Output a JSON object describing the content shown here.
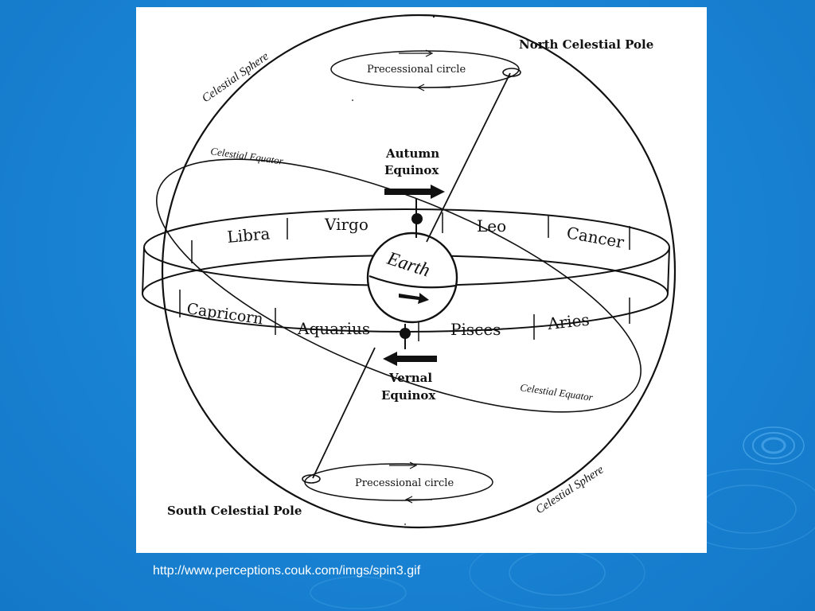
{
  "colors": {
    "background": "#1a86d6",
    "panel": "#ffffff",
    "ink": "#111111",
    "caption": "#ffffff"
  },
  "diagram": {
    "north_pole": "North Celestial Pole",
    "south_pole": "South Celestial Pole",
    "precessional_circle_top": "Precessional circle",
    "precessional_circle_bottom": "Precessional circle",
    "celestial_sphere_top": "Celestial Sphere",
    "celestial_sphere_bottom": "Celestial Sphere",
    "celestial_equator_top": "Celestial Equator",
    "celestial_equator_bottom": "Celestial Equator",
    "autumn_equinox_line1": "Autumn",
    "autumn_equinox_line2": "Equinox",
    "vernal_equinox_line1": "Vernal",
    "vernal_equinox_line2": "Equinox",
    "earth": "Earth",
    "zodiac": {
      "libra": "Libra",
      "virgo": "Virgo",
      "leo": "Leo",
      "cancer": "Cancer",
      "capricorn": "Capricorn",
      "aquarius": "Aquarius",
      "pisces": "Pisces",
      "aries": "Aries"
    }
  },
  "caption": "http://www.perceptions.couk.com/imgs/spin3.gif"
}
